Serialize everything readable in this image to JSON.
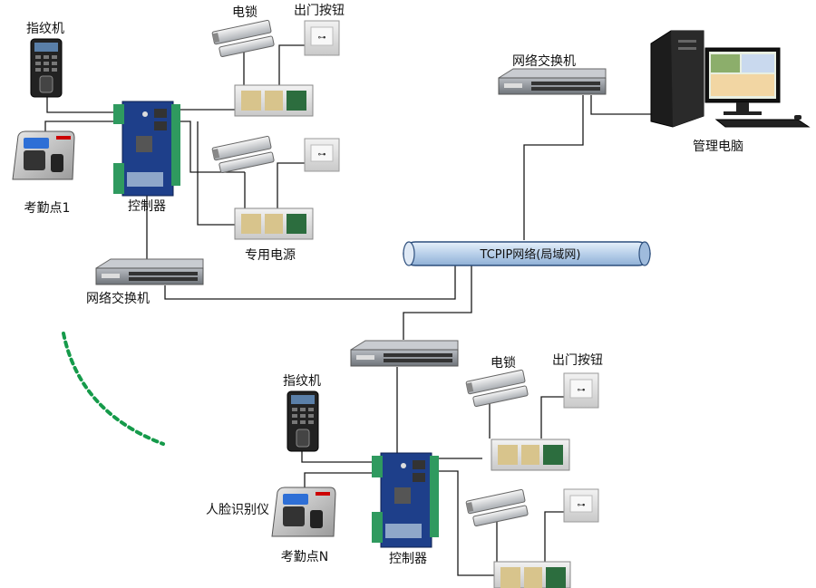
{
  "labels": {
    "fingerprint_1": "指纹机",
    "electric_lock_1": "电锁",
    "exit_button_1": "出门按钮",
    "attendance_1": "考勤点1",
    "controller_1": "控制器",
    "power_supply": "专用电源",
    "network_switch_1": "网络交换机",
    "network_switch_top": "网络交换机",
    "management_pc": "管理电脑",
    "tcpip_network": "TCPIP网络(局域网)",
    "fingerprint_n": "指纹机",
    "electric_lock_n": "电锁",
    "exit_button_n": "出门按钮",
    "face_recognition": "人脸识别仪",
    "attendance_n": "考勤点N",
    "controller_n": "控制器"
  },
  "colors": {
    "line": "#1a1a1a",
    "pipe_fill": "#c9dbee",
    "dotted_arc": "#159a4a",
    "pcb_green": "#1f7a4e",
    "pcb_blue": "#1e3f8a",
    "switch_gray": "#8f949a"
  },
  "icons": [
    "fingerprint-reader-icon",
    "electric-lock-icon",
    "exit-button-icon",
    "face-reader-icon",
    "controller-board-icon",
    "power-supply-icon",
    "network-switch-icon",
    "computer-icon",
    "monitor-icon",
    "keyboard-icon"
  ]
}
